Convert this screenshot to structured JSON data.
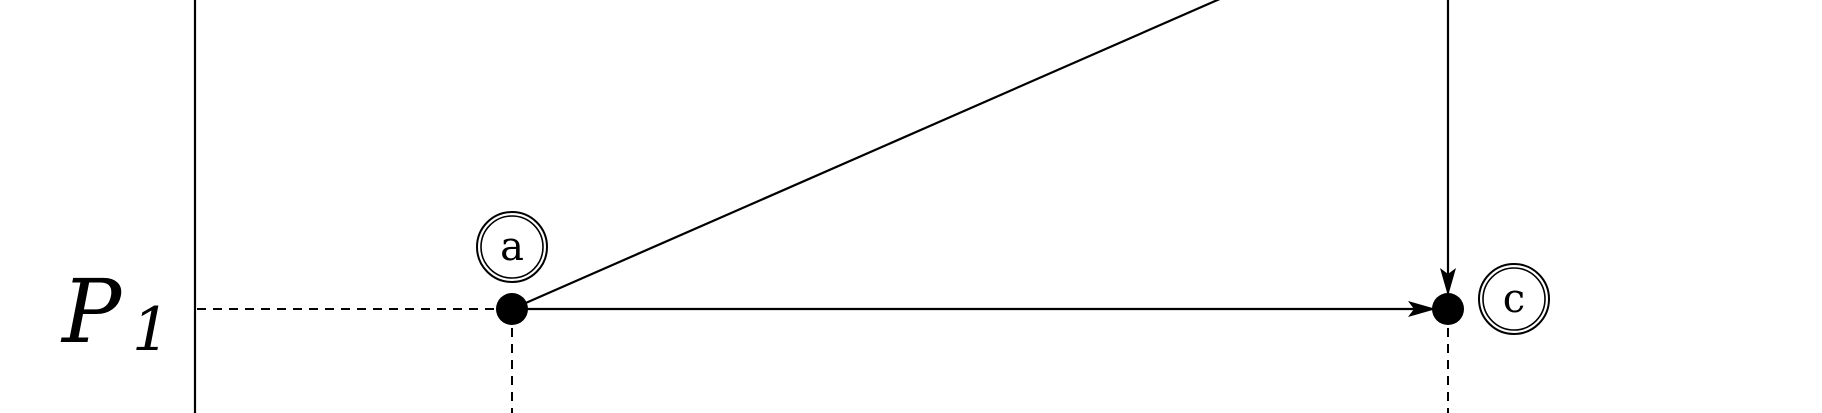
{
  "axis_label": {
    "main": "P",
    "subscript": "1"
  },
  "nodes": {
    "a": {
      "label": "a"
    },
    "c": {
      "label": "c"
    }
  },
  "colors": {
    "stroke": "#000000",
    "background": "#ffffff"
  }
}
